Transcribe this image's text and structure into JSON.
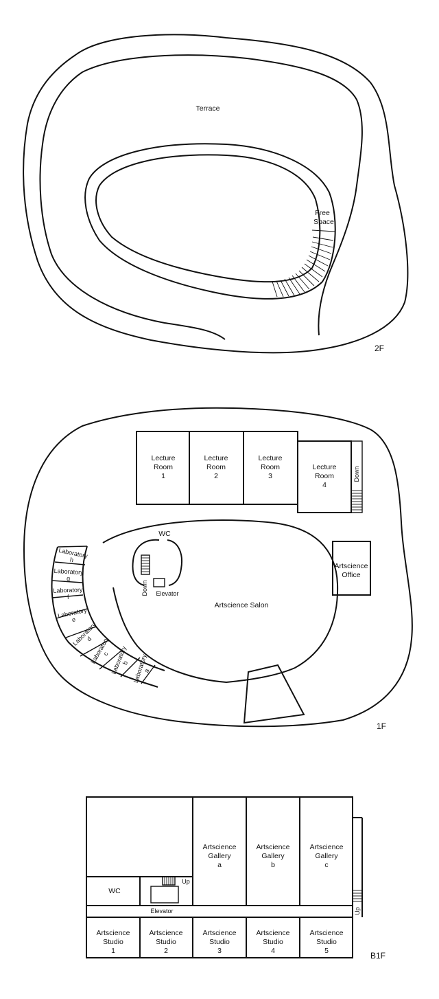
{
  "floors": {
    "f2": {
      "floor_label": "2F",
      "terrace": "Terrace",
      "free_space": [
        "Free",
        "Space"
      ]
    },
    "f1": {
      "floor_label": "1F",
      "lecture_rooms": [
        [
          "Lecture",
          "Room",
          "1"
        ],
        [
          "Lecture",
          "Room",
          "2"
        ],
        [
          "Lecture",
          "Room",
          "3"
        ],
        [
          "Lecture",
          "Room",
          "4"
        ]
      ],
      "down_right": "Down",
      "down_left": "Down",
      "wc": "WC",
      "elevator": "Elevator",
      "salon": "Artscience Salon",
      "office": [
        "Artscience",
        "Office"
      ],
      "laboratories": [
        [
          "Laboratory",
          "h"
        ],
        [
          "Laboratory",
          "g"
        ],
        [
          "Laboratory",
          "f"
        ],
        [
          "Laboratory",
          "e"
        ],
        [
          "Laboratory",
          "d"
        ],
        [
          "Laboratory",
          "c"
        ],
        [
          "Laboratory",
          "b"
        ],
        [
          "Laboratory",
          "a"
        ]
      ]
    },
    "b1": {
      "floor_label": "B1F",
      "galleries": [
        [
          "Artscience",
          "Gallery",
          "a"
        ],
        [
          "Artscience",
          "Gallery",
          "b"
        ],
        [
          "Artscience",
          "Gallery",
          "c"
        ]
      ],
      "wc": "WC",
      "elevator": "Elevator",
      "up_stair": "Up",
      "up_side": "Up",
      "studios": [
        [
          "Artscience",
          "Studio",
          "1"
        ],
        [
          "Artscience",
          "Studio",
          "2"
        ],
        [
          "Artscience",
          "Studio",
          "3"
        ],
        [
          "Artscience",
          "Studio",
          "4"
        ],
        [
          "Artscience",
          "Studio",
          "5"
        ]
      ]
    }
  }
}
